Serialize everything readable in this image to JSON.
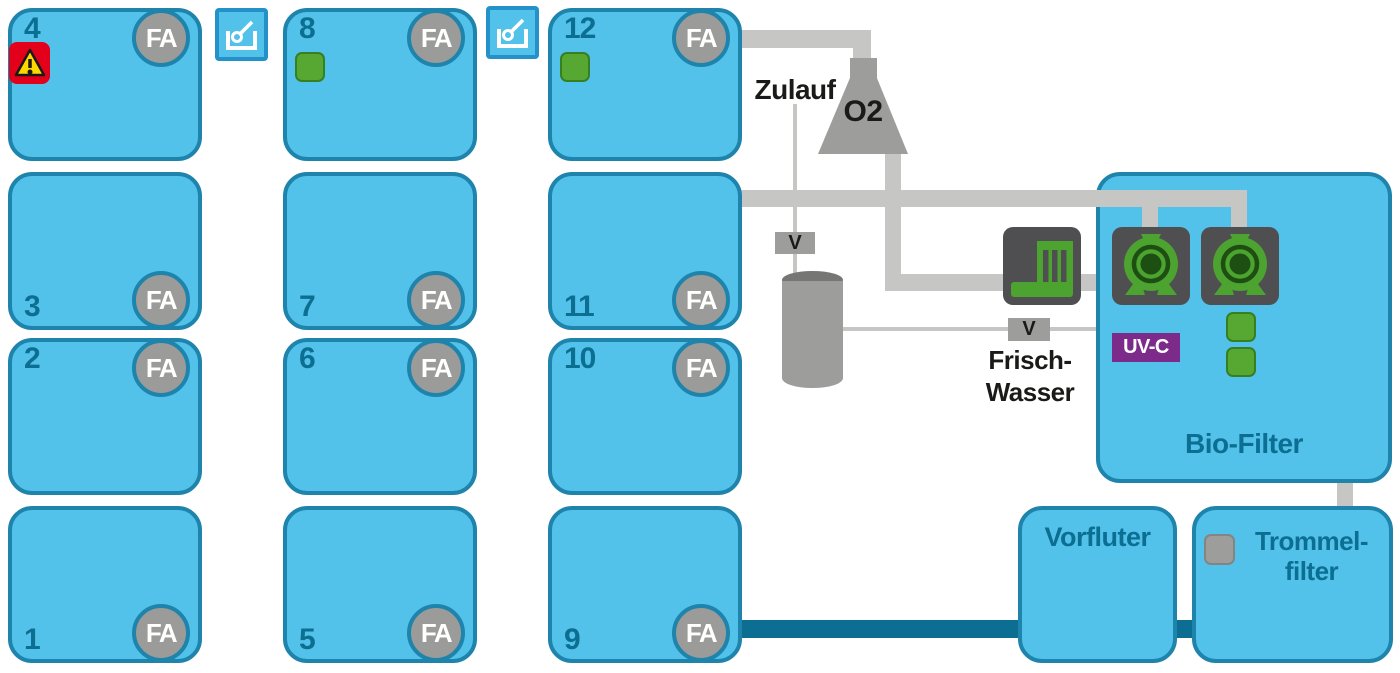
{
  "labels": {
    "fa": "FA",
    "valve": "V",
    "zulauf": "Zulauf",
    "o2": "O2",
    "frisch_line1": "Frisch-",
    "frisch_line2": "Wasser",
    "uvc": "UV-C",
    "bio_filter": "Bio-Filter",
    "vorfluter": "Vorfluter",
    "trommel_line1": "Trommel-",
    "trommel_line2": "filter"
  },
  "tanks": [
    {
      "number": "4",
      "has_warning": true,
      "has_green_indicator": false
    },
    {
      "number": "3",
      "has_warning": false,
      "has_green_indicator": false
    },
    {
      "number": "2",
      "has_warning": false,
      "has_green_indicator": false
    },
    {
      "number": "1",
      "has_warning": false,
      "has_green_indicator": false
    },
    {
      "number": "8",
      "has_warning": false,
      "has_green_indicator": true
    },
    {
      "number": "7",
      "has_warning": false,
      "has_green_indicator": false
    },
    {
      "number": "6",
      "has_warning": false,
      "has_green_indicator": false
    },
    {
      "number": "5",
      "has_warning": false,
      "has_green_indicator": false
    },
    {
      "number": "12",
      "has_warning": false,
      "has_green_indicator": true
    },
    {
      "number": "11",
      "has_warning": false,
      "has_green_indicator": false
    },
    {
      "number": "10",
      "has_warning": false,
      "has_green_indicator": false
    },
    {
      "number": "9",
      "has_warning": false,
      "has_green_indicator": false
    }
  ],
  "icons": {
    "switch": "switch-icon",
    "warning": "warning-triangle-icon",
    "pump": "pump-icon",
    "pump_station": "pump-station-icon",
    "oxygen_cone": "oxygen-cone",
    "storage_cylinder": "storage-cylinder"
  },
  "colors": {
    "tank_fill": "#53C2EA",
    "tank_border": "#1E84AC",
    "teal_text": "#0C6E91",
    "pipe_gray": "#C6C6C5",
    "equip_gray": "#9D9D9B",
    "equip_gray_dark": "#767675",
    "dark_box": "#4F4F51",
    "pump_green": "#4CA32F",
    "pump_green_dark": "#1D4F12",
    "indicator_green": "#56A832",
    "indicator_border": "#368021",
    "pipe_teal": "#0D6E93",
    "uvc_purple": "#7D2B8B",
    "warning_red": "#E2001A",
    "warning_yellow": "#FFD800",
    "switch_border": "#2492C8",
    "text_black": "#1A1A18",
    "fa_gray": "#9B9B99"
  }
}
